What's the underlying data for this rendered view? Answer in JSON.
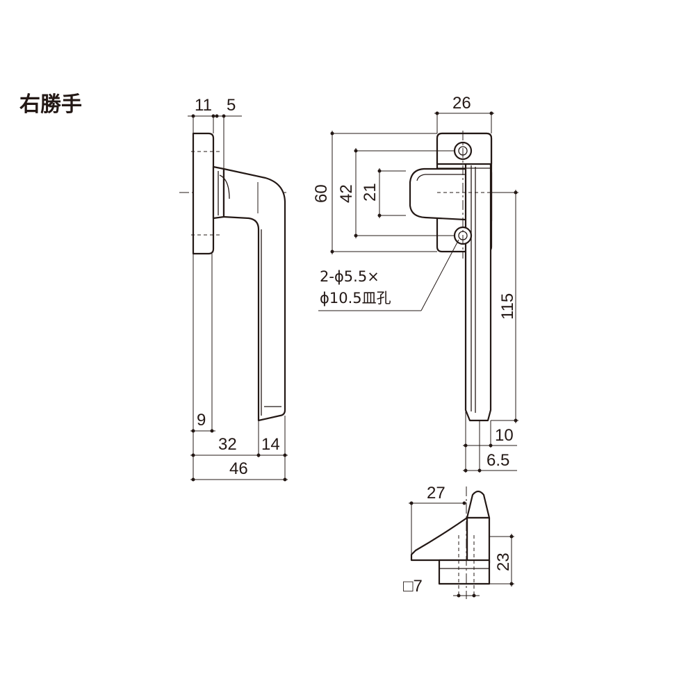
{
  "title": "右勝手",
  "side_view": {
    "dims": {
      "flange": "11",
      "boss": "5",
      "tip": "9",
      "body": "32",
      "grip": "14",
      "total_depth": "46"
    }
  },
  "front_view": {
    "dims": {
      "width": "26",
      "height": "60",
      "hole_pitch": "42",
      "grip_opening": "21",
      "lever_length": "115",
      "lever_width": "10",
      "lever_thickness": "6.5"
    },
    "hole_note": [
      "2-ϕ5.5×",
      "ϕ10.5皿孔"
    ]
  },
  "detail_view": {
    "dims": {
      "length": "27",
      "height": "23",
      "square": "□7"
    }
  }
}
